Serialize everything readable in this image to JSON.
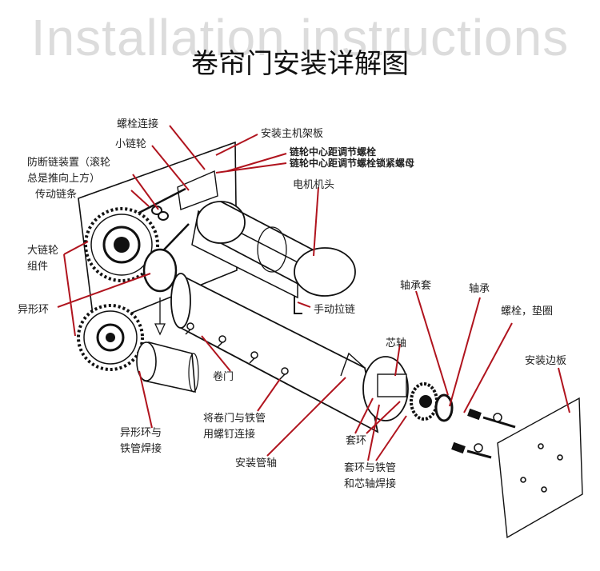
{
  "header": {
    "background_title": "Installation instructions",
    "title": "卷帘门安装详解图"
  },
  "labels": {
    "bolt_connection": "螺栓连接",
    "small_sprocket": "小链轮",
    "anti_break_device_line1": "防断链装置（滚轮",
    "anti_break_device_line2": "总是推向上方）",
    "drive_chain": "传动链条",
    "large_sprocket_line1": "大链轮",
    "large_sprocket_line2": "组件",
    "shaped_ring": "异形环",
    "shaped_ring_weld_line1": "异形环与",
    "shaped_ring_weld_line2": "铁管焊接",
    "mount_bracket": "安装主机架板",
    "center_adjust_bolt": "链轮中心距调节螺栓",
    "center_adjust_lock_nut": "链轮中心距调节螺栓锁紧螺母",
    "motor_head": "电机机头",
    "hand_chain": "手动拉链",
    "bearing_sleeve": "轴承套",
    "bearing": "轴承",
    "bolt_washer": "螺栓，垫圈",
    "core_shaft": "芯轴",
    "side_plate": "安装边板",
    "door_curtain": "卷门",
    "screw_connect_line1": "将卷门与铁管",
    "screw_connect_line2": "用螺钉连接",
    "collar": "套环",
    "tube_shaft": "安装管轴",
    "collar_weld_line1": "套环与铁管",
    "collar_weld_line2": "和芯轴焊接"
  },
  "colors": {
    "leader": "#b0141e",
    "line": "#111111",
    "background_title": "#dcdcdc"
  }
}
